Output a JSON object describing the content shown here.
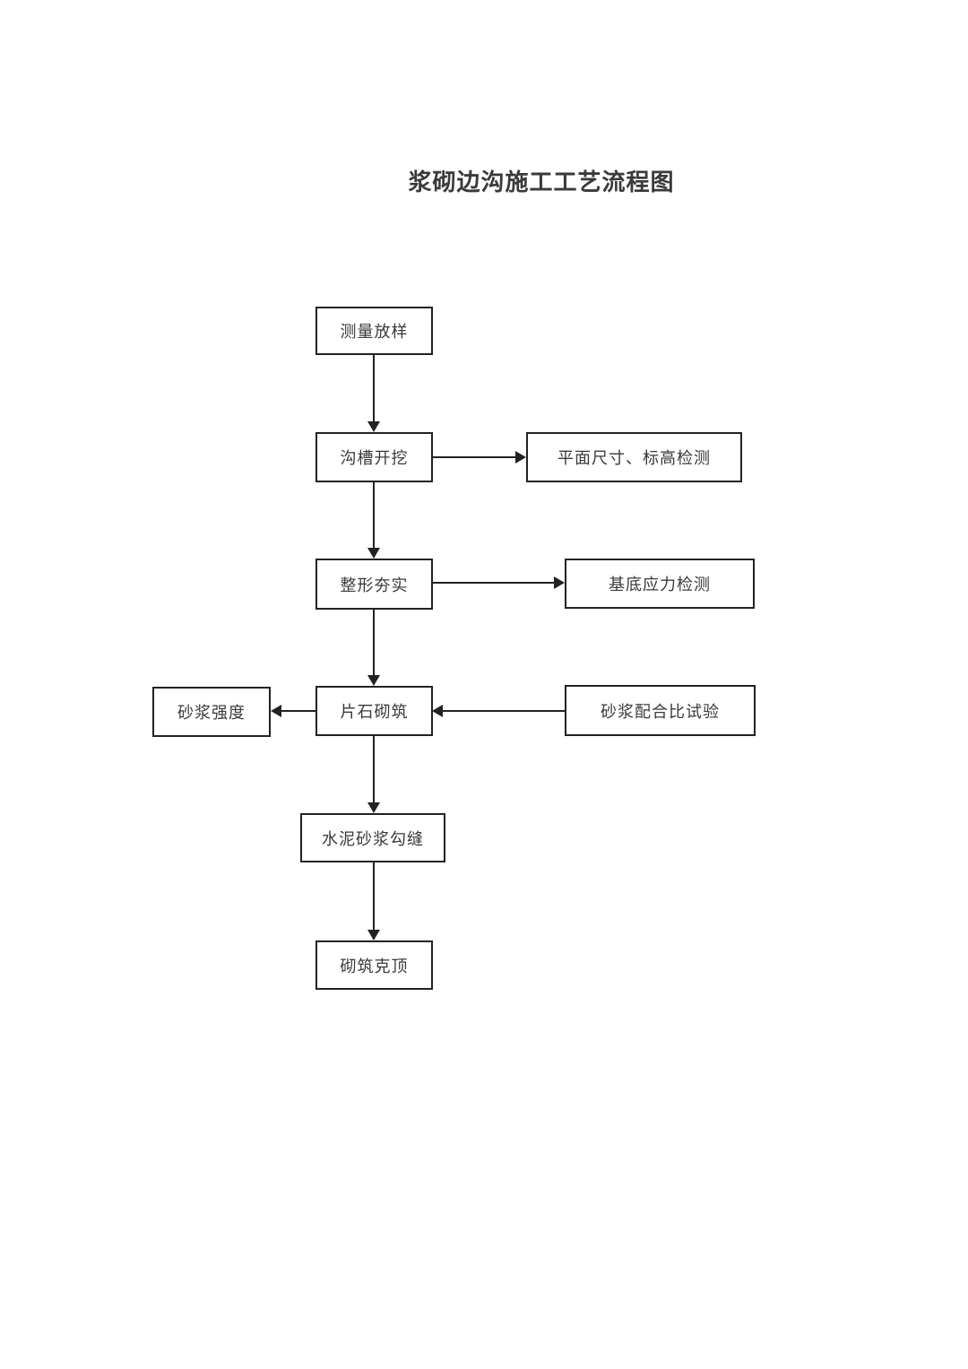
{
  "page": {
    "title": "浆砌边沟施工工艺流程图"
  },
  "colors": {
    "line": "#222222",
    "text": "#3a3a3a",
    "background": "#ffffff"
  },
  "flowchart": {
    "nodes": [
      {
        "id": "survey-layout",
        "label": "测量放样"
      },
      {
        "id": "trench-excavation",
        "label": "沟槽开挖"
      },
      {
        "id": "plane-size-elevation-check",
        "label": "平面尺寸、标高检测"
      },
      {
        "id": "shaping-compaction",
        "label": "整形夯实"
      },
      {
        "id": "foundation-stress-check",
        "label": "基底应力检测"
      },
      {
        "id": "mortar-strength",
        "label": "砂浆强度"
      },
      {
        "id": "rubble-masonry",
        "label": "片石砌筑"
      },
      {
        "id": "mortar-mix-ratio-test",
        "label": "砂浆配合比试验"
      },
      {
        "id": "cement-mortar-pointing",
        "label": "水泥砂浆勾缝"
      },
      {
        "id": "masonry-coping",
        "label": "砌筑克顶"
      }
    ],
    "edges": [
      {
        "from": "测量放样",
        "to": "沟槽开挖",
        "direction": "down"
      },
      {
        "from": "沟槽开挖",
        "to": "平面尺寸、标高检测",
        "direction": "right"
      },
      {
        "from": "沟槽开挖",
        "to": "整形夯实",
        "direction": "down"
      },
      {
        "from": "整形夯实",
        "to": "基底应力检测",
        "direction": "right"
      },
      {
        "from": "整形夯实",
        "to": "片石砌筑",
        "direction": "down"
      },
      {
        "from": "片石砌筑",
        "to": "砂浆强度",
        "direction": "left"
      },
      {
        "from": "砂浆配合比试验",
        "to": "片石砌筑",
        "direction": "left"
      },
      {
        "from": "片石砌筑",
        "to": "水泥砂浆勾缝",
        "direction": "down"
      },
      {
        "from": "水泥砂浆勾缝",
        "to": "砌筑克顶",
        "direction": "down"
      }
    ]
  }
}
